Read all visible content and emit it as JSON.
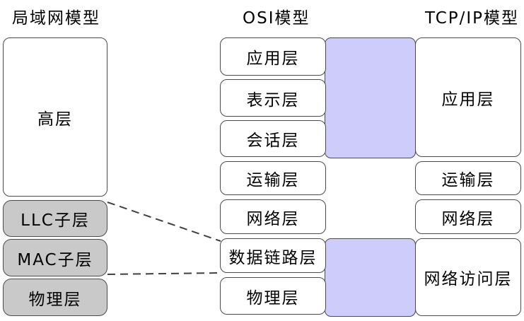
{
  "diagram": {
    "lan": {
      "title": "局域网模型",
      "high_layer": "高层",
      "llc_sublayer": "LLC子层",
      "mac_sublayer": "MAC子层",
      "physical_layer": "物理层"
    },
    "osi": {
      "title": "OSI模型",
      "layers": [
        "应用层",
        "表示层",
        "会话层",
        "运输层",
        "网络层",
        "数据链路层",
        "物理层"
      ]
    },
    "tcpip": {
      "title": "TCP/IP模型",
      "application_layer": "应用层",
      "transport_layer": "运输层",
      "network_layer": "网络层",
      "network_access_layer": "网络访问层"
    },
    "colors": {
      "band": "#cdccfa",
      "gray_box": "#c9c9c9",
      "border": "#4a4a4a",
      "connector": "#404040"
    }
  }
}
